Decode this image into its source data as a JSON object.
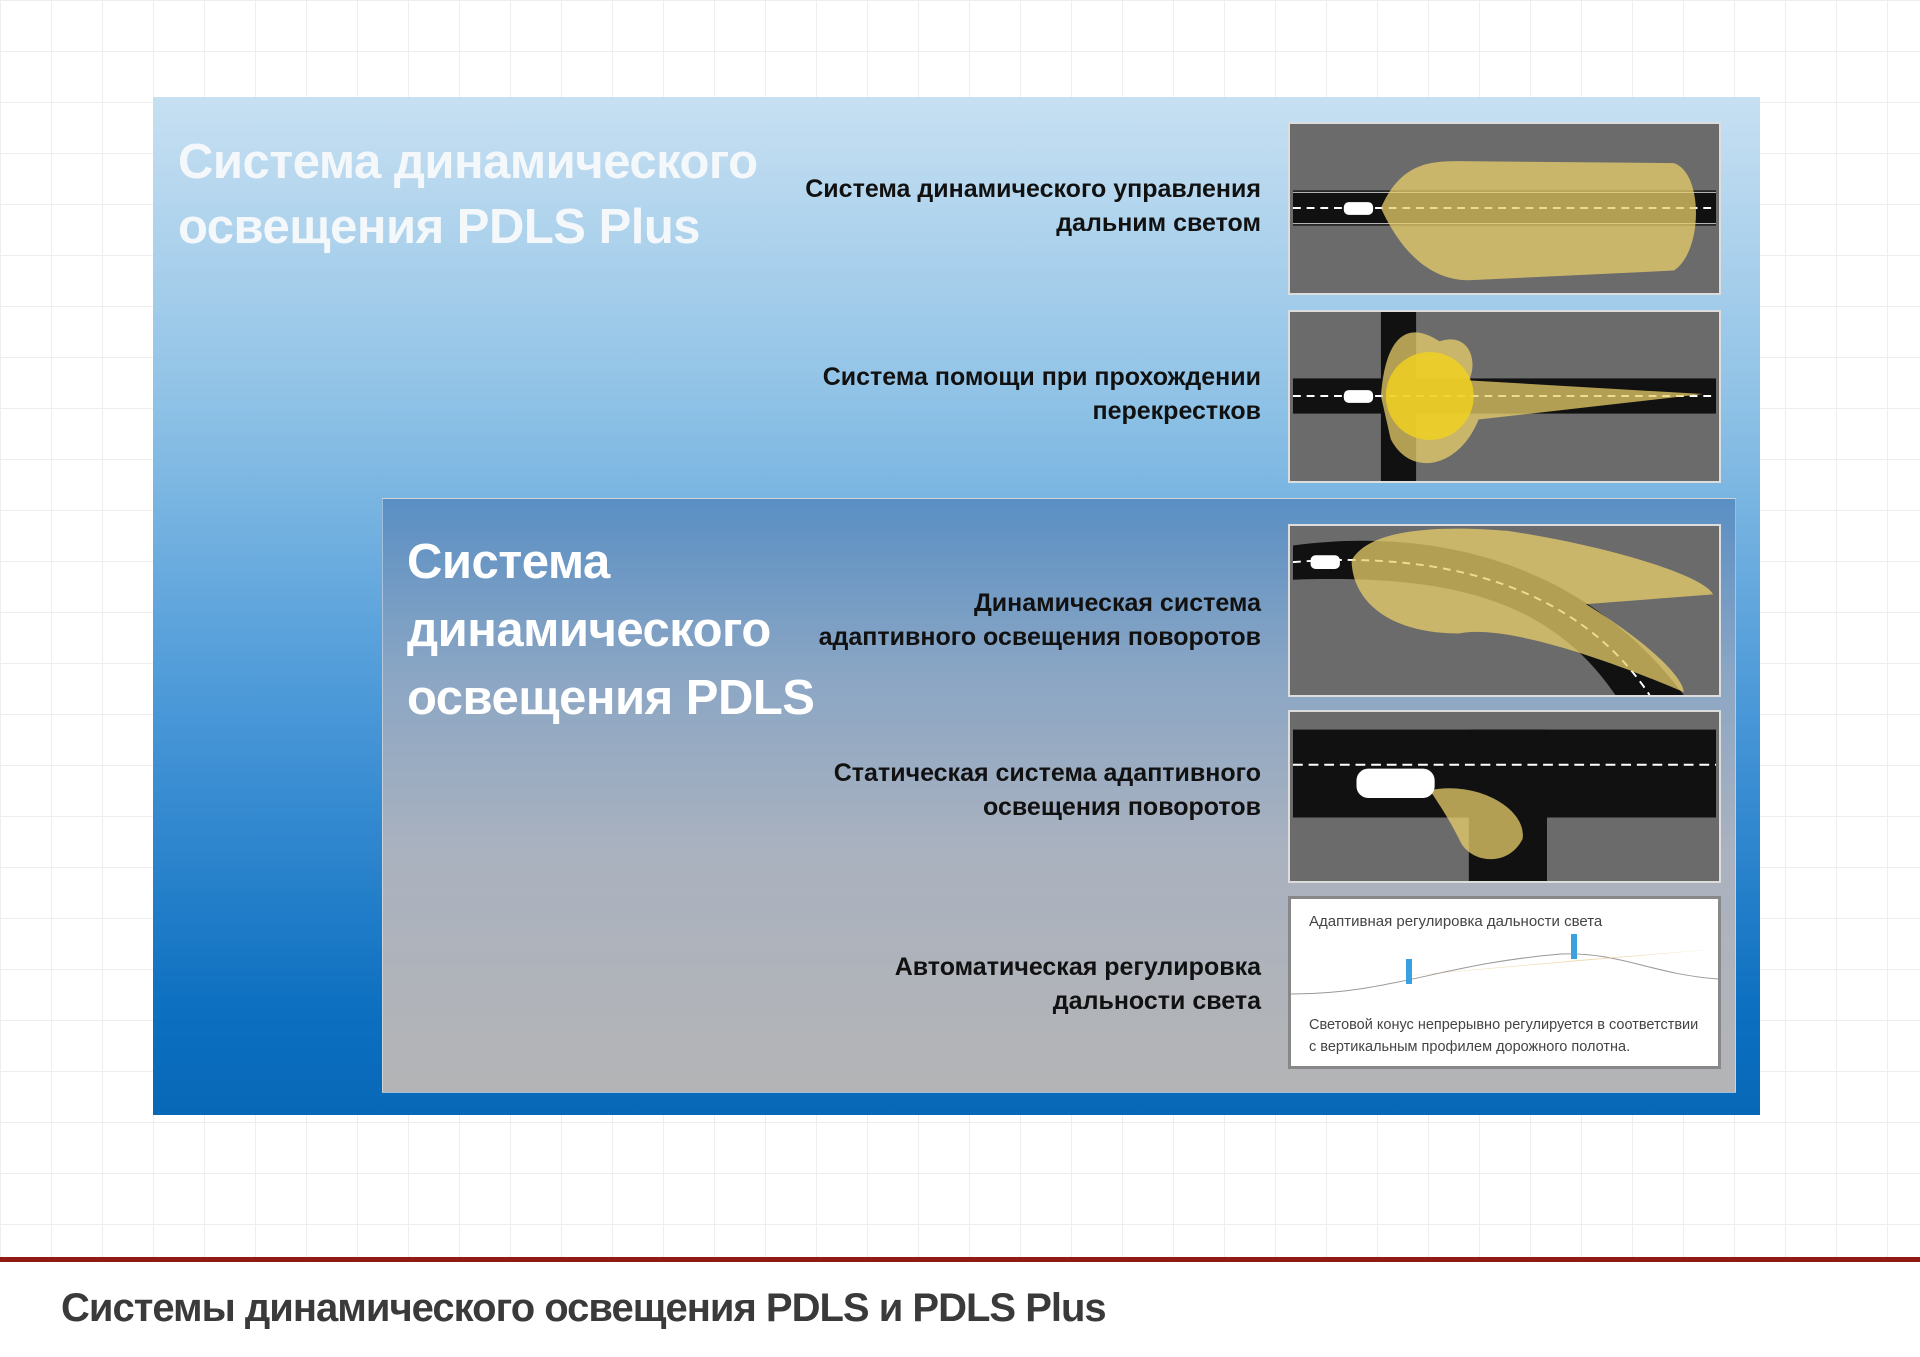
{
  "title_plus": [
    "Система динамического",
    "освещения PDLS Plus"
  ],
  "title_pdls": [
    "Система",
    "динамического",
    "освещения PDLS"
  ],
  "features": [
    {
      "line1": "Система динамического управления",
      "line2": "дальним светом"
    },
    {
      "line1": "Система помощи при прохождении",
      "line2": "перекрестков"
    },
    {
      "line1": "Динамическая система",
      "line2": "адаптивного освещения поворотов"
    },
    {
      "line1": "Статическая система адаптивного",
      "line2": "освещения поворотов"
    },
    {
      "line1": "Автоматическая регулировка",
      "line2": "дальности света"
    }
  ],
  "diagram": {
    "heading": "Адаптивная регулировка дальности света",
    "caption1": "Световой конус непрерывно регулируется в соответствии",
    "caption2": "с вертикальным профилем дорожного полотна."
  },
  "footer": "Системы динамического освещения PDLS и PDLS Plus",
  "colors": {
    "accent_red": "#8e1a12",
    "beam": "#e8cf6a",
    "panel_blue": "#0868b8"
  }
}
